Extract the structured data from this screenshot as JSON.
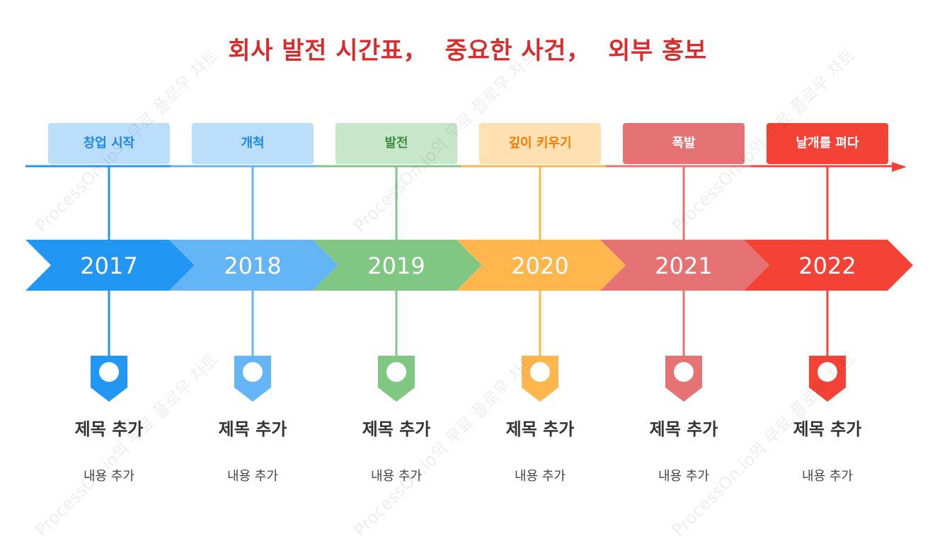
{
  "title": "회사 발전 시간표，  중요한 사건，  외부 홍보",
  "title_color": "#d32f2f",
  "watermark": "ProcessOn.io의 무료 플로우 차트",
  "steps": [
    {
      "label": "창업 시작",
      "year": "2017",
      "title": "제목 추가",
      "content": "내용 추가",
      "color": "#2196f3",
      "box_bg": "#bbdefb",
      "box_text": "#1e88e5"
    },
    {
      "label": "개척",
      "year": "2018",
      "title": "제목 추가",
      "content": "내용 추가",
      "color": "#64b5f6",
      "box_bg": "#bbdefb",
      "box_text": "#1e88e5"
    },
    {
      "label": "발전",
      "year": "2019",
      "title": "제목 추가",
      "content": "내용 추가",
      "color": "#81c784",
      "box_bg": "#c8e6c9",
      "box_text": "#388e3c"
    },
    {
      "label": "깊이 키우기",
      "year": "2020",
      "title": "제목 추가",
      "content": "내용 추가",
      "color": "#ffb74d",
      "box_bg": "#ffe0b2",
      "box_text": "#f57c00"
    },
    {
      "label": "폭발",
      "year": "2021",
      "title": "제목 추가",
      "content": "내용 추가",
      "color": "#e57373",
      "box_bg": "#e57373",
      "box_text": "#ffffff"
    },
    {
      "label": "날개를 펴다",
      "year": "2022",
      "title": "제목 추가",
      "content": "내용 추가",
      "color": "#f44336",
      "box_bg": "#f44336",
      "box_text": "#ffffff"
    }
  ]
}
